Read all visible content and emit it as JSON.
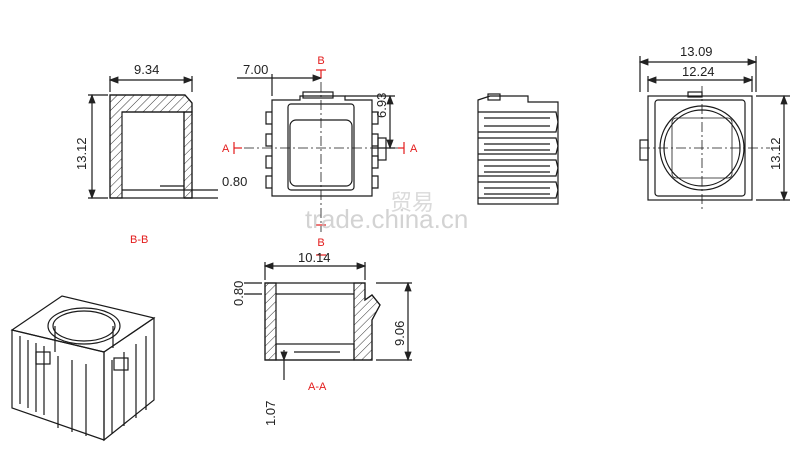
{
  "dimensions": {
    "side_width": "9.34",
    "side_height": "13.12",
    "side_gap": "0.80",
    "front_width": "7.00",
    "front_height": "6.93",
    "top_outer": "13.09",
    "top_inner": "12.24",
    "top_height": "13.12",
    "section_width": "10.14",
    "section_wall": "0.80",
    "section_height": "9.06",
    "section_base": "1.07"
  },
  "labels": {
    "section_mark_a_left": "A",
    "section_mark_a_right": "A",
    "section_mark_b_top": "B",
    "section_mark_b_bottom": "B",
    "section_title_aa": "A-A",
    "section_title_bb": "B-B"
  },
  "watermark": {
    "text": "trade.china.cn",
    "chars": "贸易"
  },
  "colors": {
    "line": "#1a1a1a",
    "section_mark": "#e31b1b",
    "watermark": "#bdbdbd"
  }
}
